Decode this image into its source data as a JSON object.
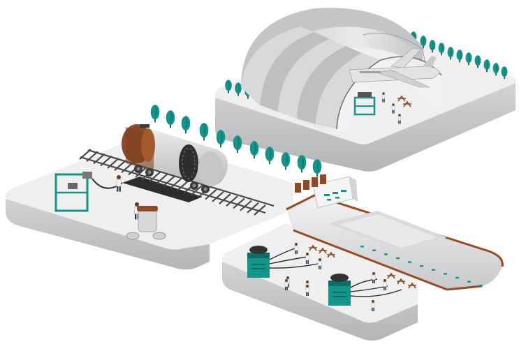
{
  "scene": {
    "kind": "isometric industrial illustration",
    "panels": [
      "hangar-with-aircraft",
      "railway-tank-car",
      "ship-hull-dock"
    ],
    "icons": [
      "tree-icon",
      "hangar-icon",
      "airplane-icon",
      "tank-car-icon",
      "cart-icon",
      "worker-icon",
      "ship-icon",
      "machine-icon"
    ]
  },
  "colors": {
    "background": "#ffffff",
    "platform_top": "#eeeeee",
    "platform_side": "#c7c8c9",
    "platform_side_dark": "#a9aaab",
    "teal": "#12958a",
    "teal_dark": "#0c6f67",
    "brown": "#8b4a24",
    "hangar": "#d7d8da",
    "hangar_dark": "#9ea0a3",
    "rail": "#4a4a4a",
    "tank": "#d9dadb",
    "ship_hull": "#e4e5e6",
    "ship_stripe": "#a8552a"
  }
}
